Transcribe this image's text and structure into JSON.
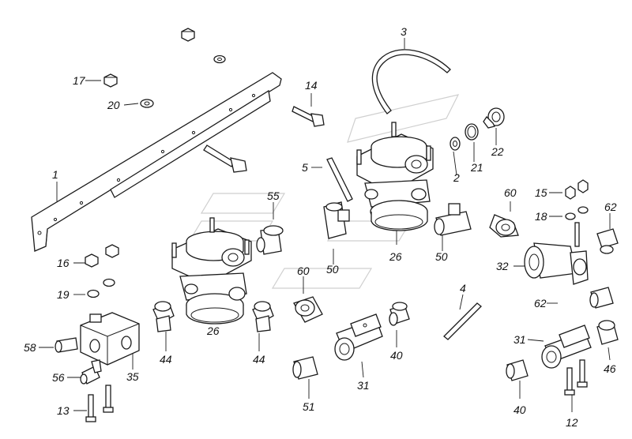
{
  "labels": {
    "l1": "1",
    "l2": "2",
    "l3": "3",
    "l4": "4",
    "l5": "5",
    "l12": "12",
    "l13": "13",
    "l14": "14",
    "l15": "15",
    "l16": "16",
    "l17": "17",
    "l18": "18",
    "l19": "19",
    "l20": "20",
    "l21": "21",
    "l22": "22",
    "l26a": "26",
    "l26b": "26",
    "l31a": "31",
    "l31b": "31",
    "l32": "32",
    "l35": "35",
    "l40a": "40",
    "l40b": "40",
    "l44a": "44",
    "l44b": "44",
    "l46": "46",
    "l50a": "50",
    "l50b": "50",
    "l51": "51",
    "l55": "55",
    "l56": "56",
    "l58": "58",
    "l60a": "60",
    "l60b": "60",
    "l62a": "62",
    "l62b": "62"
  }
}
